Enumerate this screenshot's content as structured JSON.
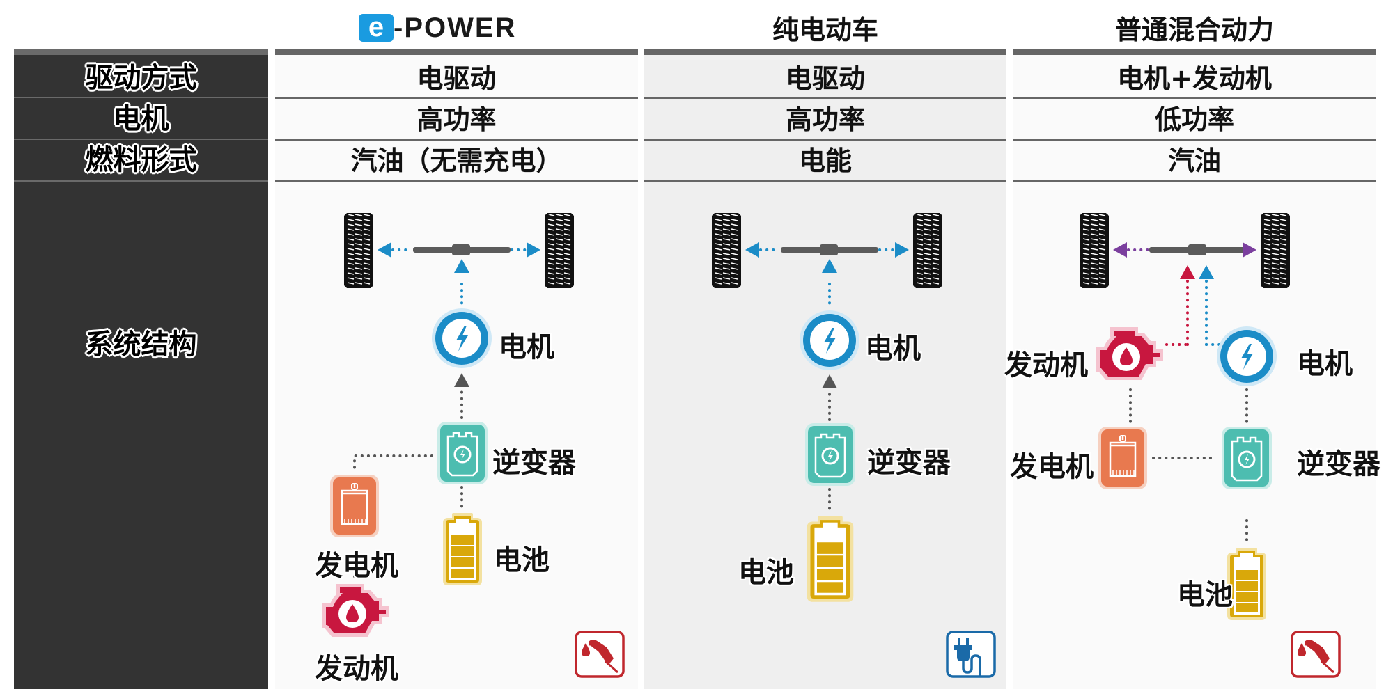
{
  "row_headers": {
    "drive_mode": "驱动方式",
    "motor": "电机",
    "fuel_type": "燃料形式",
    "system_structure": "系统结构"
  },
  "columns": [
    {
      "id": "epower",
      "title_logo_letter": "e",
      "title_logo_text": "-POWER",
      "drive_mode": "电驱动",
      "motor": "高功率",
      "fuel_type": "汽油（无需充电）",
      "diagram": {
        "motor_label": "电机",
        "inverter_label": "逆变器",
        "generator_label": "发电机",
        "battery_label": "电池",
        "engine_label": "发动机",
        "energy_icon": "fuel-pump-icon"
      }
    },
    {
      "id": "ev",
      "title": "纯电动车",
      "drive_mode": "电驱动",
      "motor": "高功率",
      "fuel_type": "电能",
      "diagram": {
        "motor_label": "电机",
        "inverter_label": "逆变器",
        "battery_label": "电池",
        "energy_icon": "plug-icon"
      }
    },
    {
      "id": "hybrid",
      "title": "普通混合动力",
      "drive_mode": "电机+发动机",
      "motor": "低功率",
      "fuel_type": "汽油",
      "diagram": {
        "engine_label": "发动机",
        "motor_label": "电机",
        "generator_label": "发电机",
        "inverter_label": "逆变器",
        "battery_label": "电池",
        "energy_icon": "fuel-pump-icon"
      }
    }
  ],
  "colors": {
    "motor": "#1b8cc7",
    "inverter": "#4dbdb0",
    "generator": "#e8794f",
    "battery": "#d9a80a",
    "engine": "#c8173f",
    "fuel_icon": "#c0272d",
    "plug_icon": "#1a6aa8",
    "axle_arrow_electric": "#1b8cc7",
    "axle_arrow_hybrid": "#7b3f9e",
    "connector": "#555555"
  }
}
